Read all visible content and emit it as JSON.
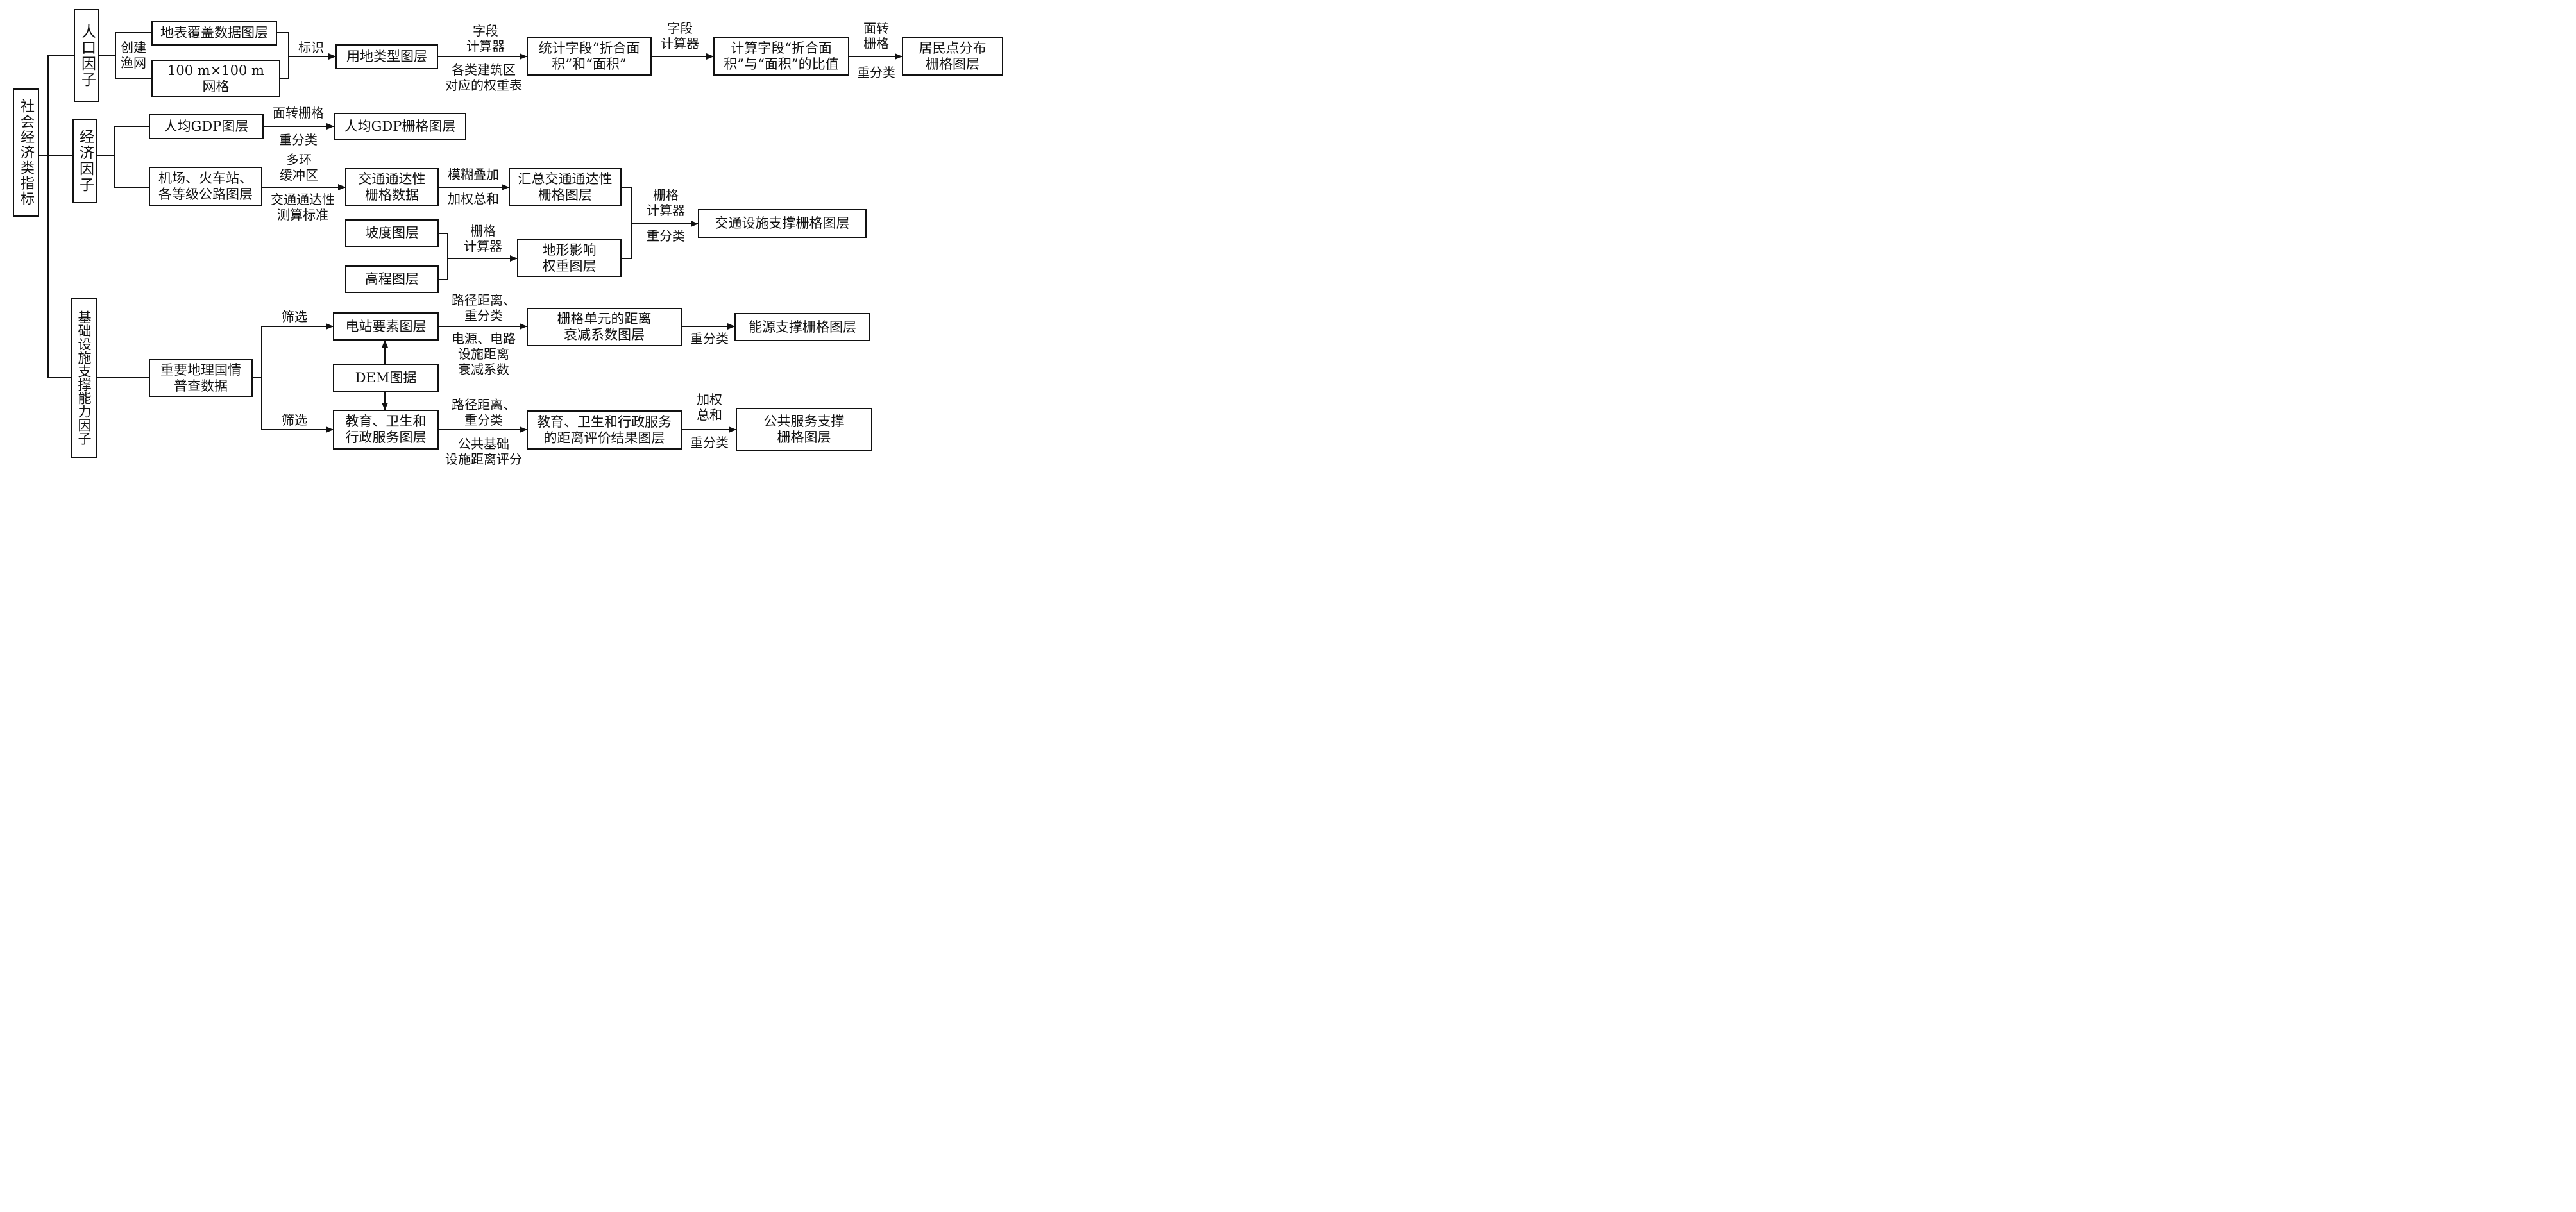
{
  "root": {
    "label": "社会经济类指标"
  },
  "factors": {
    "population": "人口因子",
    "economy": "经济因子",
    "infrastructure": "基础设施支撑能力因子"
  },
  "population_flow": {
    "land_cover": "地表覆盖数据图层",
    "grid": "100 m×100 m\n网格",
    "create_fishnet": "创建\n渔网",
    "identify": "标识",
    "land_use": "用地类型图层",
    "field_calc_1": "字段\n计算器",
    "weight_table": "各类建筑区\n对应的权重表",
    "stat_fields": "统计字段“折合面\n积”和“面积”",
    "field_calc_2": "字段\n计算器",
    "calc_ratio": "计算字段“折合面\n积”与“面积”的比值",
    "poly_to_raster": "面转\n栅格",
    "reclass": "重分类",
    "residential": "居民点分布\n栅格图层"
  },
  "economy_flow": {
    "gdp_layer": "人均GDP图层",
    "poly_to_raster": "面转栅格",
    "reclass": "重分类",
    "gdp_raster": "人均GDP栅格图层",
    "transport_layer": "机场、火车站、\n各等级公路图层",
    "multi_ring": "多环\n缓冲区",
    "standard": "交通通达性\n测算标准",
    "access_raster": "交通通达性\n栅格数据",
    "fuzzy_overlay": "模糊叠加",
    "weighted_sum": "加权总和",
    "summary_access": "汇总交通通达性\n栅格图层",
    "slope": "坡度图层",
    "elevation": "高程图层",
    "raster_calc": "栅格\n计算器",
    "terrain_weight": "地形影响\n权重图层",
    "raster_calc_2": "栅格\n计算器",
    "reclass_2": "重分类",
    "transport_support": "交通设施支撑栅格图层"
  },
  "infra_flow": {
    "census": "重要地理国情\n普查数据",
    "filter_1": "筛选",
    "filter_2": "筛选",
    "power": "电站要素图层",
    "dem": "DEM图据",
    "edu": "教育、卫生和\n行政服务图层",
    "path_reclass_1": "路径距离、\n重分类",
    "power_decay": "电源、电路\n设施距离\n衰减系数",
    "grid_decay": "栅格单元的距离\n衰减系数图层",
    "reclass_a": "重分类",
    "energy": "能源支撑栅格图层",
    "path_reclass_2": "路径距离、\n重分类",
    "public_score": "公共基础\n设施距离评分",
    "edu_result": "教育、卫生和行政服务\n的距离评价结果图层",
    "weighted_sum": "加权\n总和",
    "reclass_b": "重分类",
    "public_service": "公共服务支撑\n栅格图层"
  }
}
